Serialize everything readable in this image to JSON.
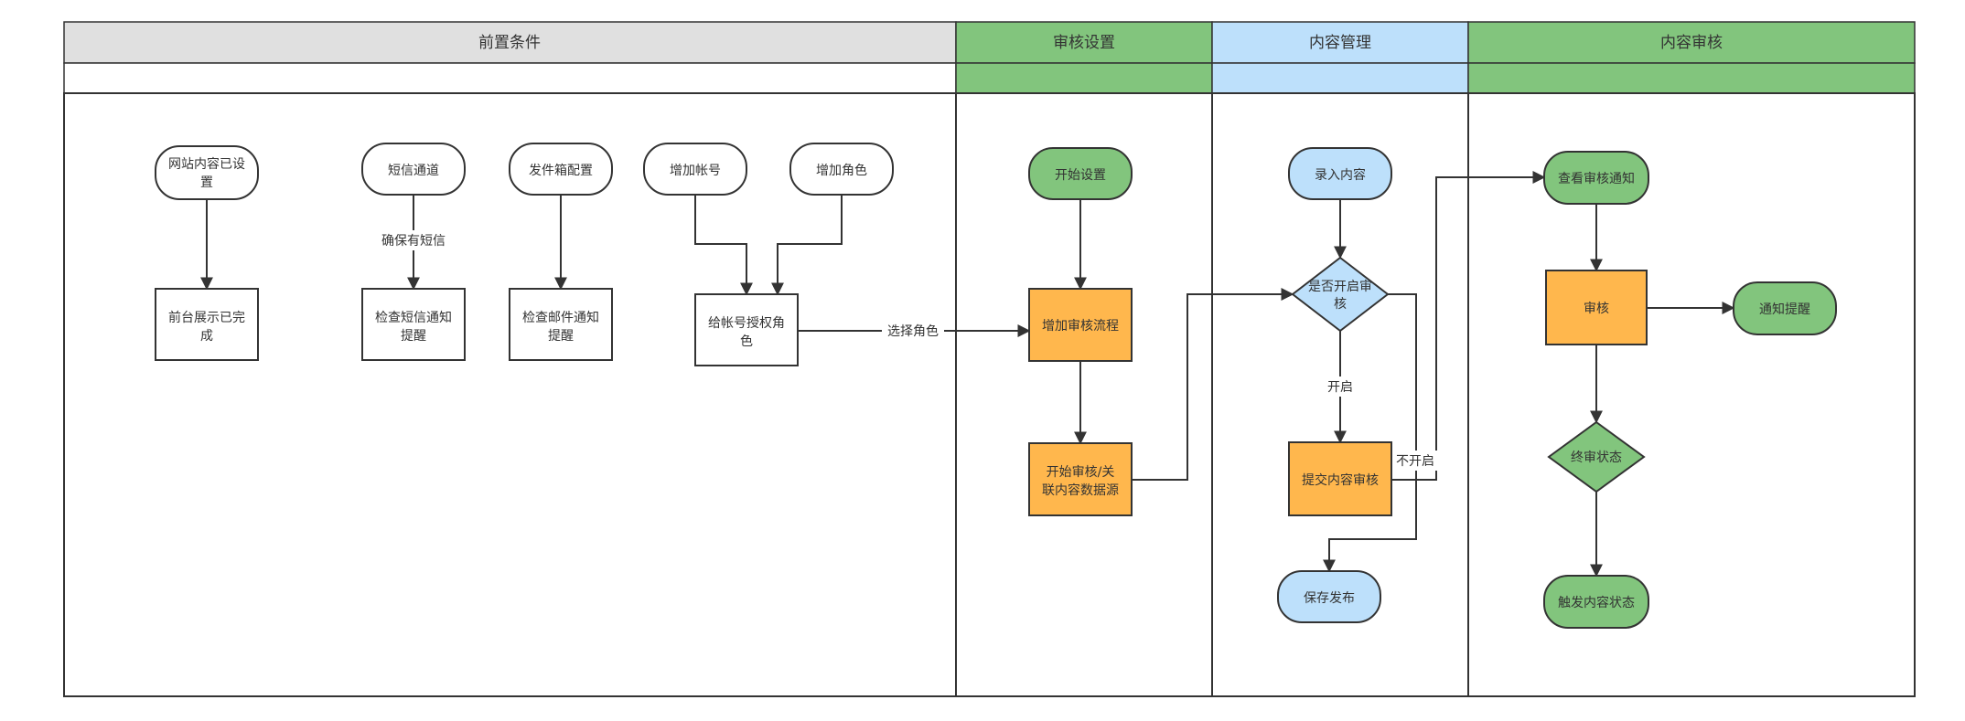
{
  "lanes": [
    {
      "title": "前置条件",
      "header_color": "#e0e0e0",
      "sub_color": "#ffffff"
    },
    {
      "title": "审核设置",
      "header_color": "#82c57d",
      "sub_color": "#82c57d"
    },
    {
      "title": "内容管理",
      "header_color": "#bde0fb",
      "sub_color": "#bde0fb"
    },
    {
      "title": "内容审核",
      "header_color": "#82c57d",
      "sub_color": "#82c57d"
    }
  ],
  "nodes": {
    "site_content": "网站内容已设置",
    "sms_channel": "短信通道",
    "outbox_config": "发件箱配置",
    "add_account": "增加帐号",
    "add_role": "增加角色",
    "frontend_done": "前台展示已完成",
    "check_sms": "检查短信通知提醒",
    "check_mail": "检查邮件通知提醒",
    "grant_role": "给帐号授权角色",
    "start_setting": "开始设置",
    "add_flow": "增加审核流程",
    "start_review": "开始审核/关联内容数据源",
    "enter_content": "录入内容",
    "is_review_on": "是否开启审核",
    "submit_review": "提交内容审核",
    "save_publish": "保存发布",
    "view_notice": "查看审核通知",
    "review": "审核",
    "notify": "通知提醒",
    "final_state": "终审状态",
    "trigger_state": "触发内容状态"
  },
  "edge_labels": {
    "ensure_sms": "确保有短信",
    "choose_role": "选择角色",
    "on": "开启",
    "off": "不开启"
  },
  "colors": {
    "green": "#82c57d",
    "orange": "#ffb74d",
    "blue": "#bde0fb",
    "white": "#ffffff",
    "stroke": "#333333"
  }
}
